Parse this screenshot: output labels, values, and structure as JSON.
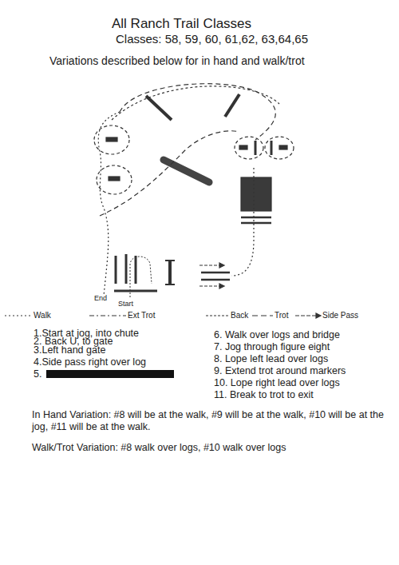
{
  "diagram": {
    "title": "All Ranch Trail",
    "labels": [
      "Classes",
      "Classes: 58, 59, 60, 61,62, 63,64,65",
      "Variations described below for in hand and walk/trot",
      "End",
      "Start",
      "1.Start at jog, into chute",
      "2. Back U, to gate",
      "3.Left hand gate",
      "4.Side pass right over log",
      "5.",
      "6. Walk over logs and bridge",
      "7. Jog through figure eight",
      "8. Lope left lead over logs",
      "9. Extend trot around markers",
      "10. Lope right lead over logs",
      "11. Break to trot to exit",
      "In Hand Variation:  #8 will be at the walk, #9 will be at the walk, #10 will be at the jog, #11 will be at the walk.",
      "Walk/Trot Variation:  #8 walk over logs, #10 walk over logs"
    ],
    "legend": [
      {
        "text": "Walk"
      },
      {
        "text": "Ext Trot"
      },
      {
        "text": "Back"
      },
      {
        "text": "Trot"
      },
      {
        "text": "Side Pass"
      }
    ]
  }
}
